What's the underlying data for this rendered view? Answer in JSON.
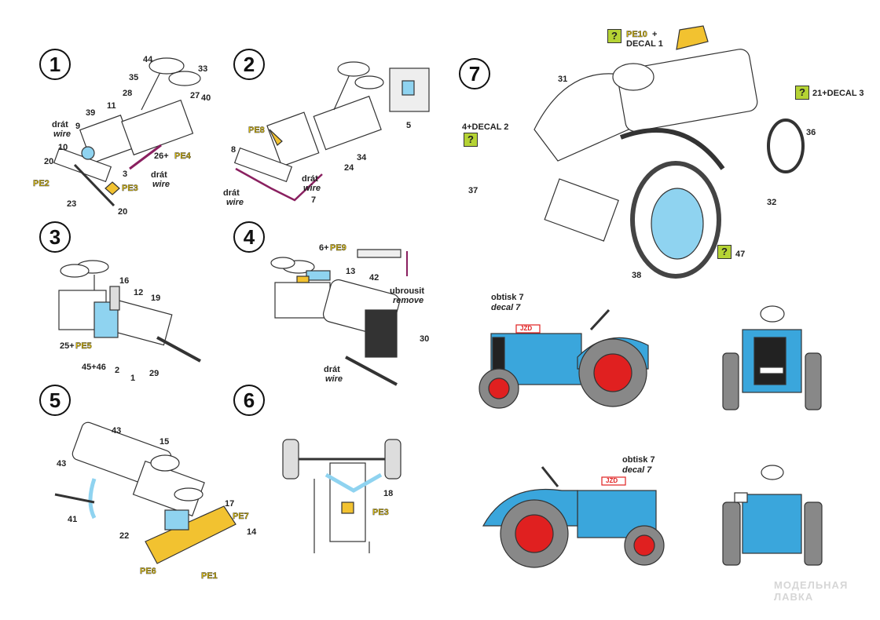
{
  "steps": [
    {
      "number": "1",
      "labels": [
        "44",
        "33",
        "35",
        "28",
        "40",
        "11",
        "39",
        "9",
        "drát",
        "wire",
        "10",
        "20",
        "PE2",
        "26+",
        "PE4",
        "3",
        "drát",
        "wire",
        "PE3",
        "23",
        "20"
      ]
    },
    {
      "number": "2",
      "labels": [
        "27",
        "PE8",
        "5",
        "34",
        "24",
        "8",
        "drát",
        "wire",
        "drát",
        "wire",
        "7"
      ]
    },
    {
      "number": "3",
      "labels": [
        "16",
        "12",
        "19",
        "25+",
        "PE5",
        "45+46",
        "2",
        "29",
        "1"
      ]
    },
    {
      "number": "4",
      "labels": [
        "6+",
        "PE9",
        "13",
        "42",
        "ubrousit",
        "remove",
        "30",
        "drát",
        "wire"
      ]
    },
    {
      "number": "5",
      "labels": [
        "43",
        "15",
        "43",
        "41",
        "22",
        "17",
        "PE7",
        "14",
        "PE6",
        "PE1"
      ]
    },
    {
      "number": "6",
      "labels": [
        "18",
        "PE3"
      ]
    },
    {
      "number": "7",
      "labels": [
        "PE10",
        "+",
        "DECAL 1",
        "31",
        "4+DECAL 2",
        "21+DECAL 3",
        "36",
        "37",
        "32",
        "47",
        "38"
      ]
    }
  ],
  "question_icon": "?",
  "color_views": {
    "decal_note_cz": "obtisk 7",
    "decal_note_en": "decal 7",
    "plate": "JZD"
  },
  "watermark": [
    "МОДЕЛЬНАЯ",
    "ЛАВКА"
  ],
  "colors": {
    "tractor_blue": "#3aa6dc",
    "wheel_red": "#e02020",
    "pe_yellow": "#f2c230",
    "question_green": "#b5d334",
    "part_blue": "#8fd3f0"
  }
}
